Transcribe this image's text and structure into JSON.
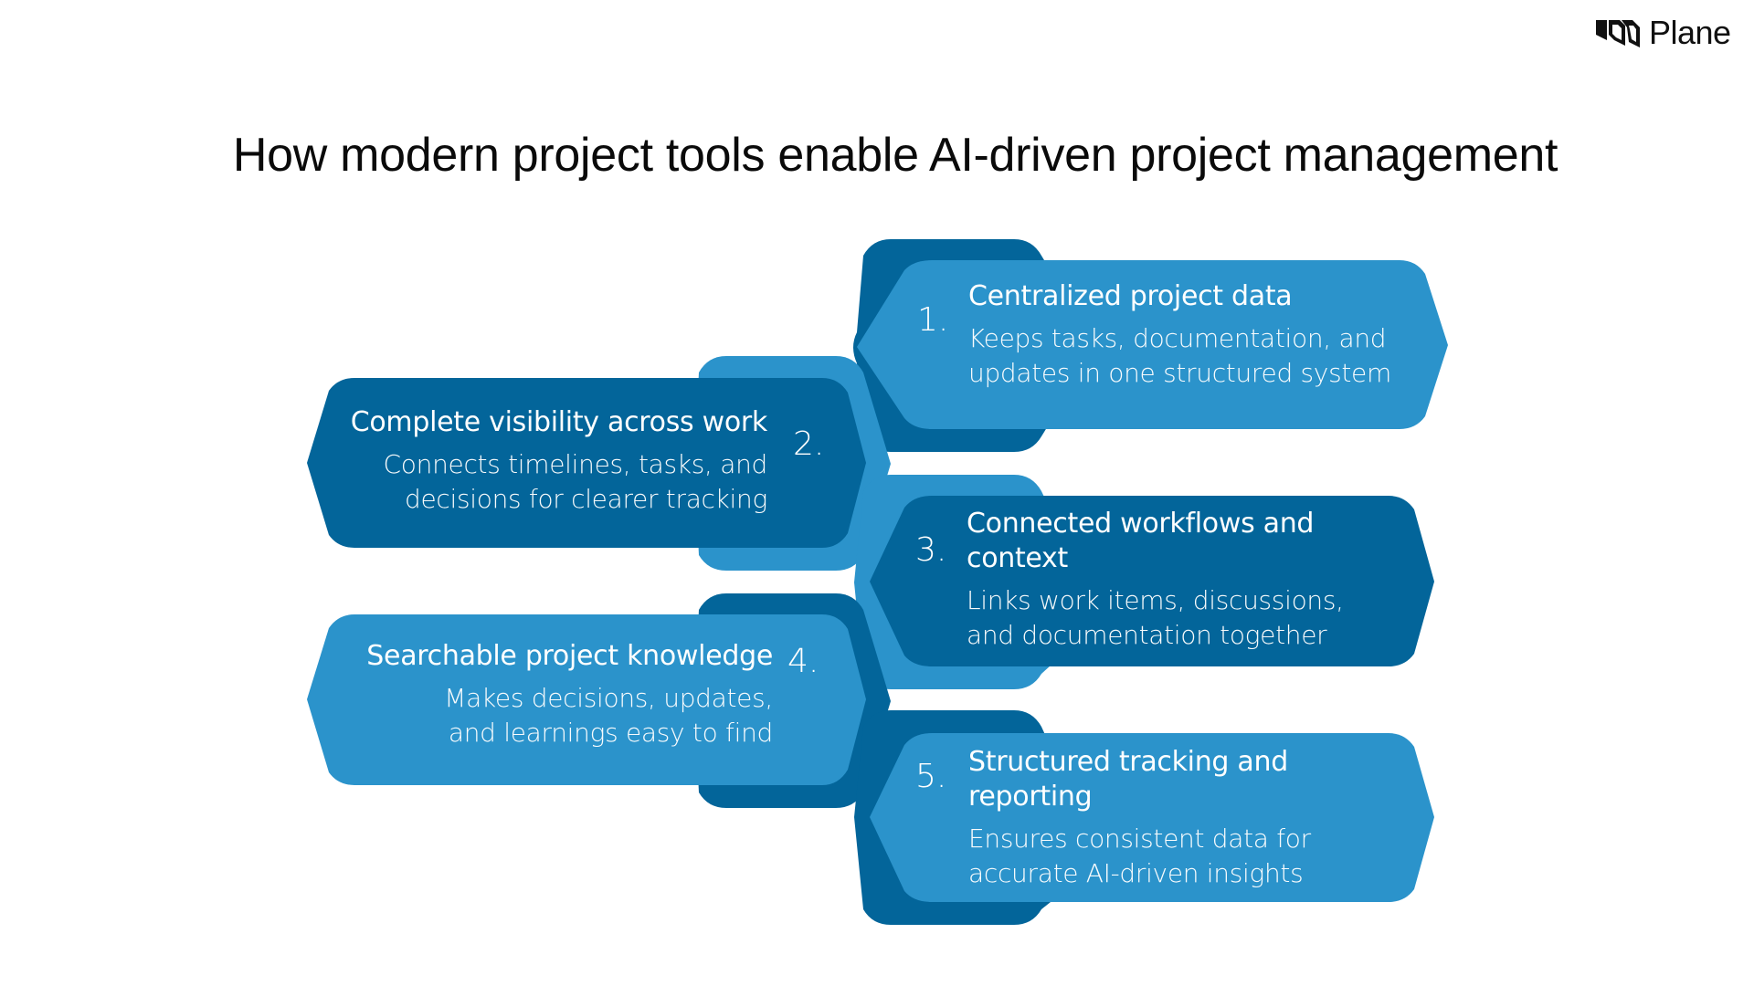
{
  "brand": {
    "logo_icon": "plane-logo-icon",
    "name": "Plane"
  },
  "title": "How modern project tools enable AI-driven project management",
  "colors": {
    "dark_blue": "#03659A",
    "light_blue": "#2B93CB",
    "text": "#FFFFFF",
    "title": "#0A0A0A"
  },
  "items": [
    {
      "number": "1.",
      "heading": "Centralized project data",
      "description_lines": [
        "Keeps tasks, documentation, and",
        "updates in one structured system"
      ],
      "front_color": "light",
      "back_color": "dark"
    },
    {
      "number": "2.",
      "heading": "Complete visibility across work",
      "description_lines": [
        "Connects timelines, tasks, and",
        "decisions for clearer tracking"
      ],
      "front_color": "dark",
      "back_color": "light"
    },
    {
      "number": "3.",
      "heading_lines": [
        "Connected workflows and",
        "context"
      ],
      "description_lines": [
        "Links work items, discussions,",
        "and documentation together"
      ],
      "front_color": "dark",
      "back_color": "light"
    },
    {
      "number": "4.",
      "heading": "Searchable project knowledge",
      "description_lines": [
        "Makes decisions, updates,",
        "and learnings easy to find"
      ],
      "front_color": "light",
      "back_color": "dark"
    },
    {
      "number": "5.",
      "heading_lines": [
        "Structured tracking and",
        "reporting"
      ],
      "description_lines": [
        "Ensures consistent data for",
        "accurate AI-driven insights"
      ],
      "front_color": "light",
      "back_color": "dark"
    }
  ]
}
